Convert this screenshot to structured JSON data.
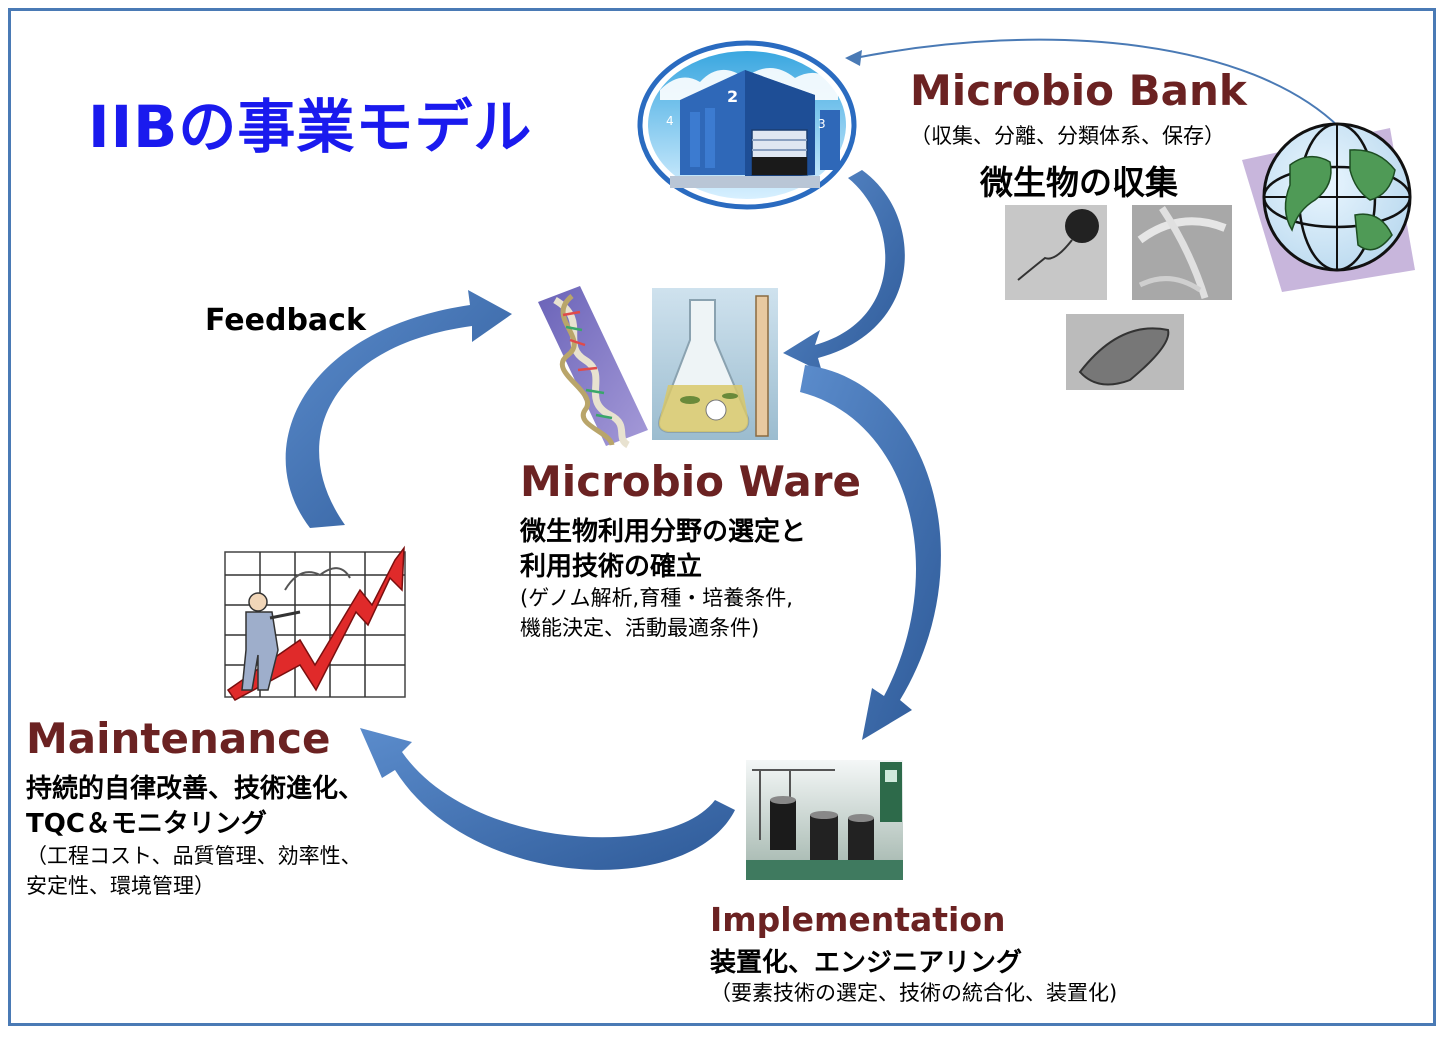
{
  "title": "IIBの事業モデル",
  "feedback_label": "Feedback",
  "bank": {
    "heading": "Microbio Bank",
    "detail": "（収集、分離、分類体系、保存）",
    "collect": "微生物の収集"
  },
  "ware": {
    "heading": "Microbio Ware",
    "line1": "微生物利用分野の選定と",
    "line2": "利用技術の確立",
    "note1": "(ゲノム解析,育種・培養条件,",
    "note2": "機能決定、活動最適条件)"
  },
  "maintenance": {
    "heading": "Maintenance",
    "line1": "持続的自律改善、技術進化、",
    "line2": "TQC＆モニタリング",
    "note1": "（工程コスト、品質管理、効率性、",
    "note2": "安定性、環境管理）"
  },
  "implementation": {
    "heading": "Implementation",
    "line1": "装置化、エンジニアリング",
    "note1": "（要素技術の選定、技術の統合化、装置化)"
  },
  "colors": {
    "title": "#1a1aee",
    "heading": "#6b2222",
    "arrow": "#3d6fb0",
    "border": "#4a7ab5"
  },
  "icons": [
    "warehouse-icon",
    "globe-icon",
    "dna-icon",
    "flask-icon",
    "chart-man-icon",
    "factory-icon",
    "microbe-photo-icon"
  ]
}
